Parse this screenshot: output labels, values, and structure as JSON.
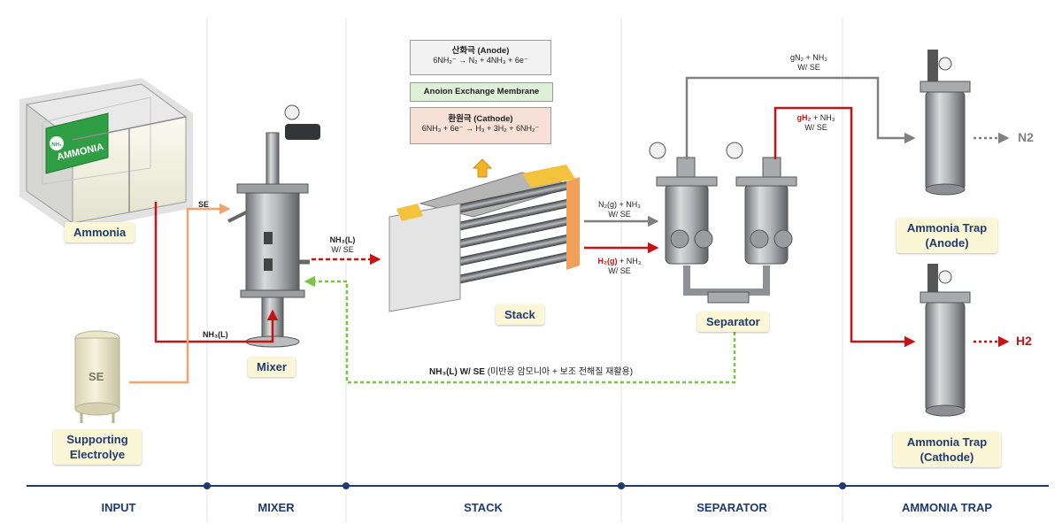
{
  "reaction_box": {
    "anode_title": "산화극 (Anode)",
    "anode_eq": "6NH₂⁻ → N₂ + 4NH₃ + 6e⁻",
    "membrane": "Anoion Exchange Membrane",
    "cathode_title": "환원극 (Cathode)",
    "cathode_eq": "6NH₃ + 6e⁻ → H₃ + 3H₂ + 6NH₂⁻"
  },
  "equipment_labels": {
    "ammonia": "Ammonia",
    "supporting_electrolyte": "Supporting Electrolye",
    "mixer": "Mixer",
    "stack": "Stack",
    "separator": "Separator",
    "trap_anode": "Ammonia Trap (Anode)",
    "trap_cathode": "Ammonia Trap (Cathode)"
  },
  "tank_text": {
    "ammonia_container": "AMMONIA",
    "se_vessel": "SE"
  },
  "stream_labels": {
    "se": "SE",
    "nh3_liquid": "NH₃(L)",
    "nh3_ws_1": "NH₃(L)",
    "nh3_ws_2": "W/ SE",
    "n2_1": "N₂(g) + NH₃",
    "n2_2": "W/ SE",
    "h2_1a": "H₂(g)",
    "h2_1b": " + NH₃",
    "h2_2": "W/ SE",
    "gn2_1": "gN₂ + NH₃",
    "gn2_2": "W/ SE",
    "gh2_1a": "gH₂",
    "gh2_1b": " + NH₃",
    "gh2_2": "W/ SE",
    "recycle_a": "NH₃(L) W/ SE",
    "recycle_b": " (미반응 암모니아 + 보조 전해질 재활용)"
  },
  "outputs": {
    "n2": "N2",
    "h2": "H2"
  },
  "steps": [
    "INPUT",
    "MIXER",
    "STACK",
    "SEPARATOR",
    "AMMONIA TRAP"
  ],
  "colors": {
    "red_stream": "#c41414",
    "orange_stream": "#f3a36b",
    "gray_stream": "#808080",
    "green_recycle": "#7cc443",
    "navy": "#1f3a6e",
    "label_bg": "#fbf6d6"
  }
}
